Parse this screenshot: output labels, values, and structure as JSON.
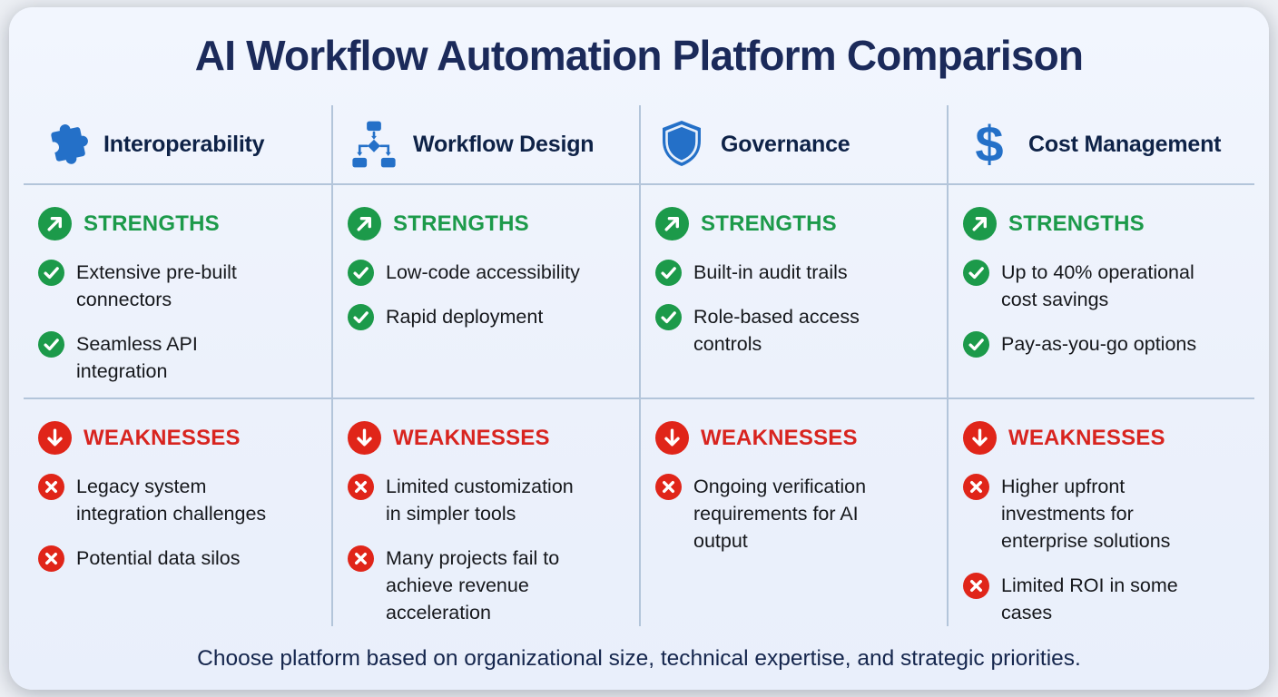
{
  "title": "AI Workflow Automation Platform Comparison",
  "footer": "Choose platform based on organizational size, technical expertise, and strategic priorities.",
  "labels": {
    "strengths": "STRENGTHS",
    "weaknesses": "WEAKNESSES"
  },
  "colors": {
    "accent_blue": "#2470c8",
    "strength_green": "#1c9a4a",
    "weakness_red": "#e02519",
    "title_navy": "#1b2a5a",
    "divider": "#b3c5da",
    "card_background": "#eef3fc"
  },
  "columns": [
    {
      "label": "Interoperability",
      "icon": "puzzle-icon",
      "strengths": [
        "Extensive pre-built connectors",
        "Seamless API integration"
      ],
      "weaknesses": [
        "Legacy system integration challenges",
        "Potential data silos"
      ]
    },
    {
      "label": "Workflow Design",
      "icon": "flowchart-icon",
      "strengths": [
        "Low-code accessibility",
        "Rapid deployment"
      ],
      "weaknesses": [
        "Limited customization in simpler tools",
        "Many projects fail to achieve revenue acceleration"
      ]
    },
    {
      "label": "Governance",
      "icon": "shield-icon",
      "strengths": [
        "Built-in audit trails",
        "Role-based access controls"
      ],
      "weaknesses": [
        "Ongoing verification requirements for AI output"
      ]
    },
    {
      "label": "Cost Management",
      "icon": "dollar-icon",
      "strengths": [
        "Up to 40% operational cost savings",
        "Pay-as-you-go options"
      ],
      "weaknesses": [
        "Higher upfront investments for enterprise solutions",
        "Limited ROI in some cases"
      ]
    }
  ],
  "chart_data": {
    "type": "table",
    "title": "AI Workflow Automation Platform Comparison",
    "categories": [
      "Interoperability",
      "Workflow Design",
      "Governance",
      "Cost Management"
    ],
    "series": [
      {
        "name": "Strengths",
        "values": [
          [
            "Extensive pre-built connectors",
            "Seamless API integration"
          ],
          [
            "Low-code accessibility",
            "Rapid deployment"
          ],
          [
            "Built-in audit trails",
            "Role-based access controls"
          ],
          [
            "Up to 40% operational cost savings",
            "Pay-as-you-go options"
          ]
        ]
      },
      {
        "name": "Weaknesses",
        "values": [
          [
            "Legacy system integration challenges",
            "Potential data silos"
          ],
          [
            "Limited customization in simpler tools",
            "Many projects fail to achieve revenue acceleration"
          ],
          [
            "Ongoing verification requirements for AI output"
          ],
          [
            "Higher upfront investments for enterprise solutions",
            "Limited ROI in some cases"
          ]
        ]
      }
    ],
    "annotations": [
      "Choose platform based on organizational size, technical expertise, and strategic priorities."
    ]
  }
}
